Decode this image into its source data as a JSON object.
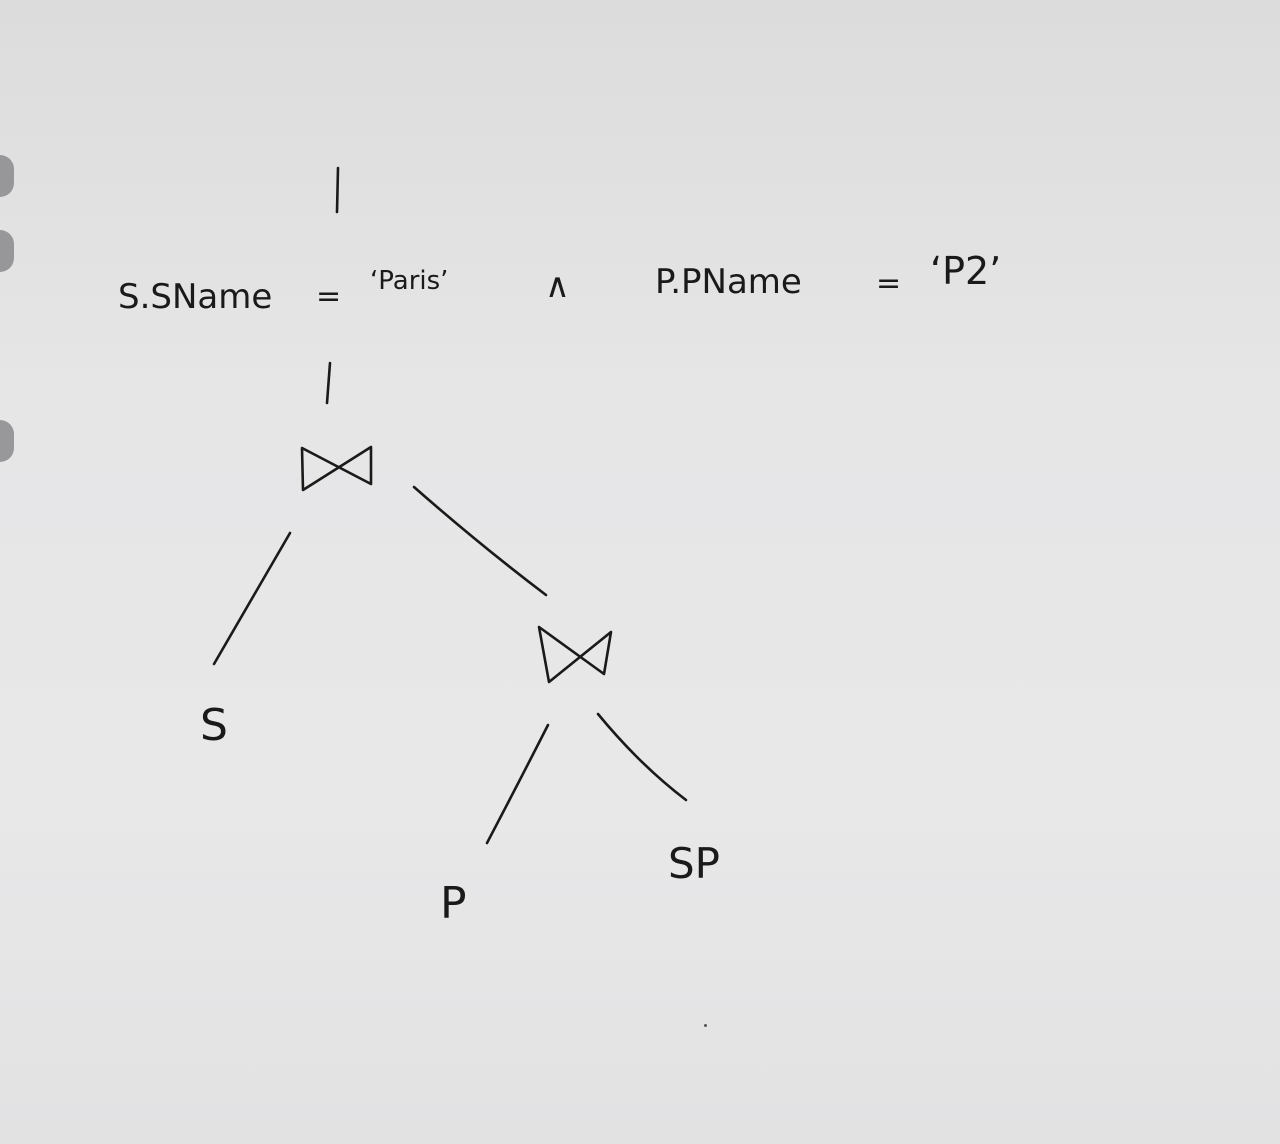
{
  "selection": {
    "left_attr": "S.SName",
    "eq1": "=",
    "value1": "‘Paris’",
    "and_op": "∧",
    "right_attr": "P.PName",
    "eq2": "=",
    "value2": "‘P2’"
  },
  "operators": {
    "join": "⋈"
  },
  "relations": {
    "s": "S",
    "p": "P",
    "sp": "SP"
  }
}
